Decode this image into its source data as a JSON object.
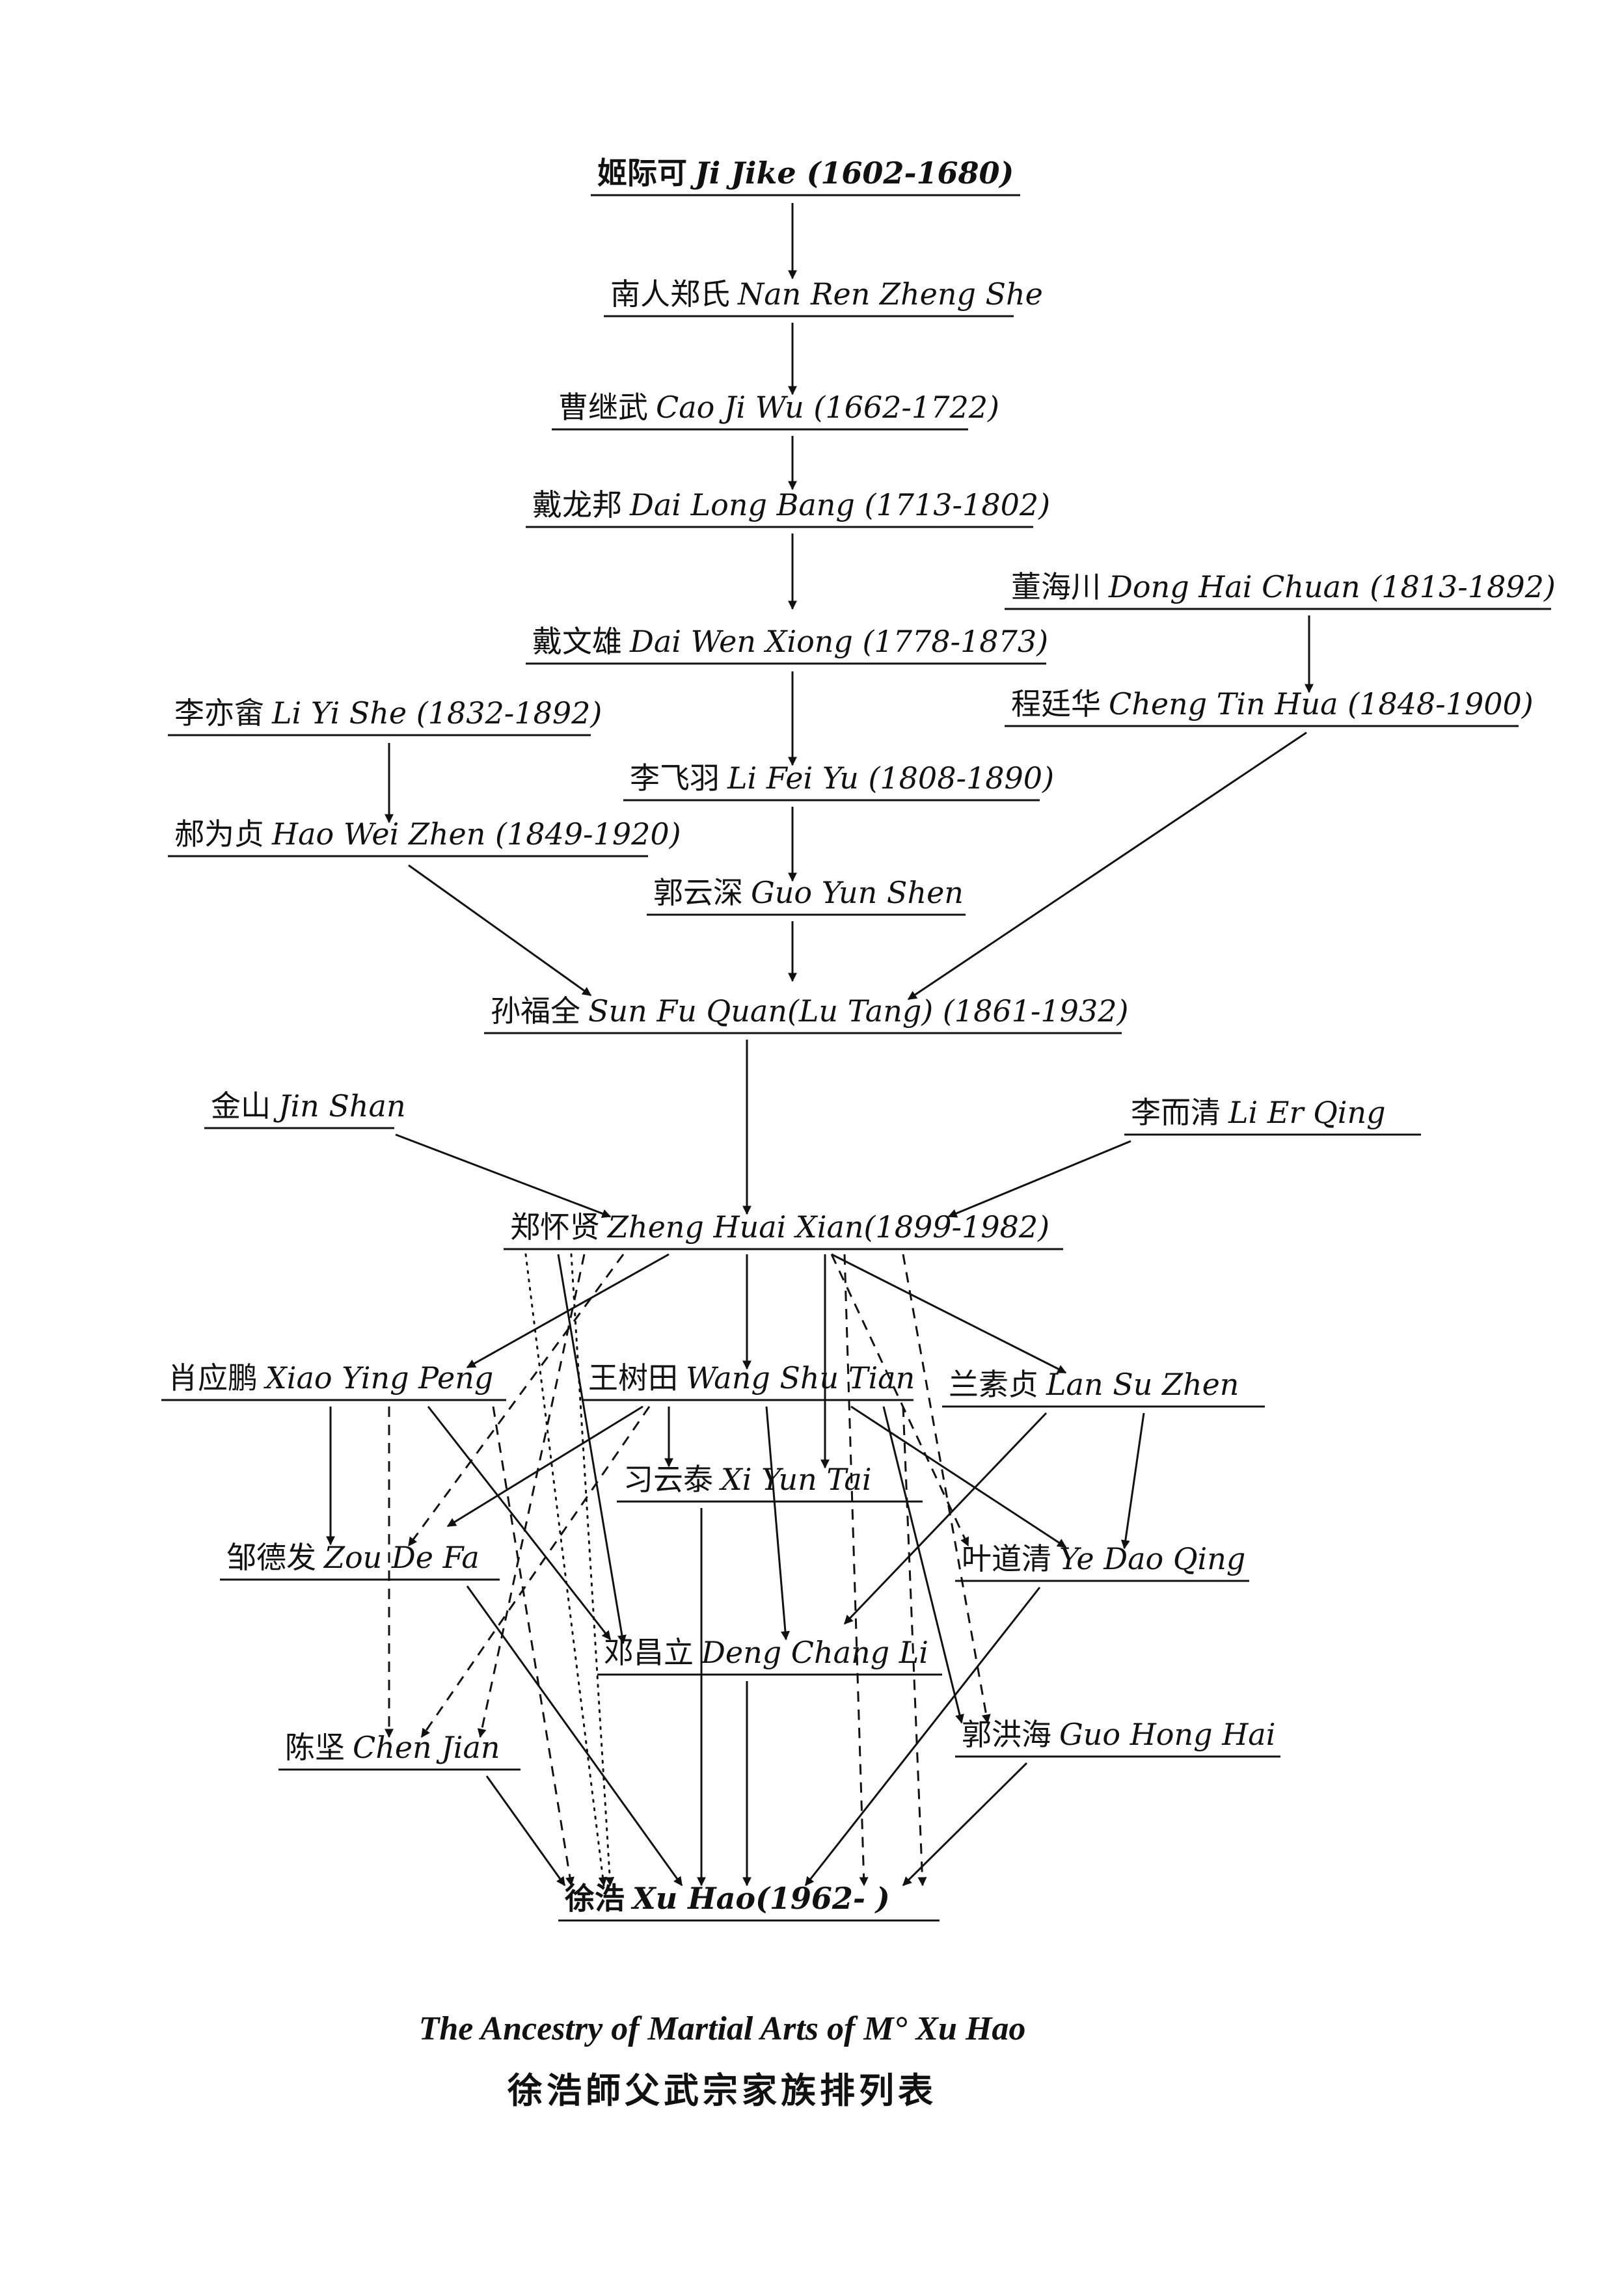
{
  "people": [
    {
      "id": "ji_jike",
      "zh": "姬际可",
      "en": "Ji Jike (1602-1680)",
      "bold": true
    },
    {
      "id": "nan_ren",
      "zh": "南人郑氏",
      "en": "Nan Ren Zheng She"
    },
    {
      "id": "cao_jiwu",
      "zh": "曹继武",
      "en": "Cao Ji Wu (1662-1722)"
    },
    {
      "id": "dai_longbang",
      "zh": "戴龙邦",
      "en": "Dai Long Bang (1713-1802)"
    },
    {
      "id": "dong_haichuan",
      "zh": "董海川",
      "en": "Dong Hai Chuan (1813-1892)"
    },
    {
      "id": "dai_wenxiong",
      "zh": "戴文雄",
      "en": "Dai Wen Xiong (1778-1873)"
    },
    {
      "id": "li_yishe",
      "zh": "李亦畲",
      "en": "Li Yi She (1832-1892)"
    },
    {
      "id": "cheng_tinhua",
      "zh": "程廷华",
      "en": "Cheng Tin Hua (1848-1900)"
    },
    {
      "id": "li_feiyu",
      "zh": "李飞羽",
      "en": "Li Fei Yu (1808-1890)"
    },
    {
      "id": "hao_weizhen",
      "zh": "郝为贞",
      "en": "Hao Wei Zhen (1849-1920)"
    },
    {
      "id": "guo_yunshen",
      "zh": "郭云深",
      "en": "Guo Yun Shen"
    },
    {
      "id": "sun_fuquan",
      "zh": "孙福全",
      "en": "Sun Fu Quan(Lu Tang) (1861-1932)"
    },
    {
      "id": "jin_shan",
      "zh": "金山",
      "en": "Jin Shan"
    },
    {
      "id": "li_erqing",
      "zh": "李而清",
      "en": "Li Er Qing"
    },
    {
      "id": "zheng_huaixian",
      "zh": "郑怀贤",
      "en": "Zheng Huai Xian(1899-1982)"
    },
    {
      "id": "xiao_yingpeng",
      "zh": "肖应鹏",
      "en": "Xiao Ying Peng"
    },
    {
      "id": "wang_shutian",
      "zh": "王树田",
      "en": "Wang Shu Tian"
    },
    {
      "id": "lan_suzhen",
      "zh": "兰素贞",
      "en": "Lan Su Zhen"
    },
    {
      "id": "xi_yuntai",
      "zh": "习云泰",
      "en": "Xi Yun Tai"
    },
    {
      "id": "zou_defa",
      "zh": "邹德发",
      "en": "Zou De Fa"
    },
    {
      "id": "ye_daoqing",
      "zh": "叶道清",
      "en": "Ye Dao Qing"
    },
    {
      "id": "deng_changli",
      "zh": "邓昌立",
      "en": "Deng Chang Li"
    },
    {
      "id": "guo_honghai",
      "zh": "郭洪海",
      "en": "Guo Hong Hai"
    },
    {
      "id": "chen_jian",
      "zh": "陈坚",
      "en": "Chen Jian"
    },
    {
      "id": "xu_hao",
      "zh": "徐浩",
      "en": "Xu Hao(1962-          )",
      "bold": true
    }
  ],
  "links": [
    {
      "from": "ji_jike",
      "to": "nan_ren",
      "style": "solid"
    },
    {
      "from": "nan_ren",
      "to": "cao_jiwu",
      "style": "solid"
    },
    {
      "from": "cao_jiwu",
      "to": "dai_longbang",
      "style": "solid"
    },
    {
      "from": "dai_longbang",
      "to": "dai_wenxiong",
      "style": "solid"
    },
    {
      "from": "dai_wenxiong",
      "to": "li_feiyu",
      "style": "solid"
    },
    {
      "from": "li_feiyu",
      "to": "guo_yunshen",
      "style": "solid"
    },
    {
      "from": "guo_yunshen",
      "to": "sun_fuquan",
      "style": "solid"
    },
    {
      "from": "dong_haichuan",
      "to": "cheng_tinhua",
      "style": "solid"
    },
    {
      "from": "cheng_tinhua",
      "to": "sun_fuquan",
      "style": "solid"
    },
    {
      "from": "li_yishe",
      "to": "hao_weizhen",
      "style": "solid"
    },
    {
      "from": "hao_weizhen",
      "to": "sun_fuquan",
      "style": "solid"
    },
    {
      "from": "sun_fuquan",
      "to": "zheng_huaixian",
      "style": "solid"
    },
    {
      "from": "jin_shan",
      "to": "zheng_huaixian",
      "style": "solid"
    },
    {
      "from": "li_erqing",
      "to": "zheng_huaixian",
      "style": "solid"
    },
    {
      "from": "zheng_huaixian",
      "to": "xiao_yingpeng",
      "style": "solid"
    },
    {
      "from": "zheng_huaixian",
      "to": "wang_shutian",
      "style": "solid"
    },
    {
      "from": "zheng_huaixian",
      "to": "lan_suzhen",
      "style": "solid"
    },
    {
      "from": "zheng_huaixian",
      "to": "xi_yuntai",
      "style": "solid"
    },
    {
      "from": "zheng_huaixian",
      "to": "deng_changli",
      "style": "solid"
    },
    {
      "from": "zheng_huaixian",
      "to": "zou_defa",
      "style": "dashed"
    },
    {
      "from": "zheng_huaixian",
      "to": "chen_jian",
      "style": "dashed"
    },
    {
      "from": "zheng_huaixian",
      "to": "ye_daoqing",
      "style": "dashed"
    },
    {
      "from": "zheng_huaixian",
      "to": "guo_honghai",
      "style": "dashed"
    },
    {
      "from": "zheng_huaixian",
      "to": "xu_hao",
      "style": "dotted"
    },
    {
      "from": "zheng_huaixian",
      "to": "xu_hao",
      "style": "dotted"
    },
    {
      "from": "zheng_huaixian",
      "to": "xu_hao",
      "style": "dashed"
    },
    {
      "from": "xiao_yingpeng",
      "to": "zou_defa",
      "style": "solid"
    },
    {
      "from": "xiao_yingpeng",
      "to": "chen_jian",
      "style": "dashed"
    },
    {
      "from": "xiao_yingpeng",
      "to": "deng_changli",
      "style": "solid"
    },
    {
      "from": "xiao_yingpeng",
      "to": "xu_hao",
      "style": "dashed"
    },
    {
      "from": "wang_shutian",
      "to": "zou_defa",
      "style": "solid"
    },
    {
      "from": "wang_shutian",
      "to": "xi_yuntai",
      "style": "solid"
    },
    {
      "from": "wang_shutian",
      "to": "chen_jian",
      "style": "dashed"
    },
    {
      "from": "wang_shutian",
      "to": "deng_changli",
      "style": "solid"
    },
    {
      "from": "wang_shutian",
      "to": "ye_daoqing",
      "style": "solid"
    },
    {
      "from": "wang_shutian",
      "to": "guo_honghai",
      "style": "solid"
    },
    {
      "from": "wang_shutian",
      "to": "xu_hao",
      "style": "dashed"
    },
    {
      "from": "lan_suzhen",
      "to": "ye_daoqing",
      "style": "solid"
    },
    {
      "from": "lan_suzhen",
      "to": "deng_changli",
      "style": "solid"
    },
    {
      "from": "xi_yuntai",
      "to": "xu_hao",
      "style": "solid"
    },
    {
      "from": "deng_changli",
      "to": "xu_hao",
      "style": "solid"
    },
    {
      "from": "zou_defa",
      "to": "xu_hao",
      "style": "solid"
    },
    {
      "from": "ye_daoqing",
      "to": "xu_hao",
      "style": "solid"
    },
    {
      "from": "guo_honghai",
      "to": "xu_hao",
      "style": "solid"
    },
    {
      "from": "chen_jian",
      "to": "xu_hao",
      "style": "solid"
    }
  ],
  "caption": {
    "title": "The Ancestry of Martial Arts of M° Xu Hao",
    "subtitle": "徐浩師父武宗家族排列表"
  }
}
